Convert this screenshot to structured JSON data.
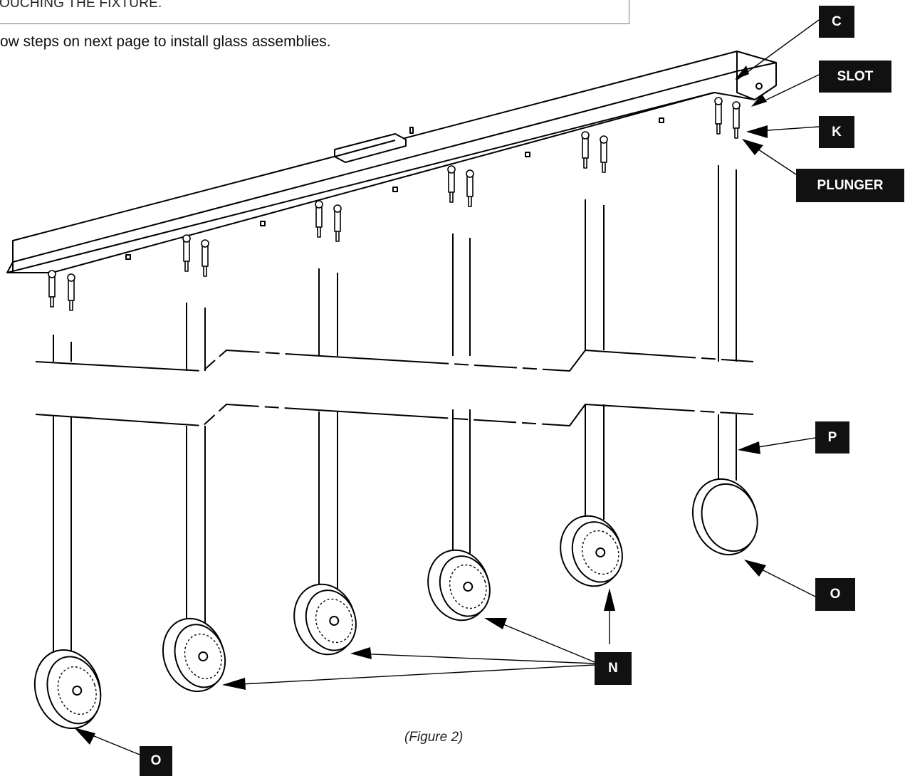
{
  "warning_text": "OUCHING THE FIXTURE.",
  "instruction_text": "ow steps on next page to install glass assemblies.",
  "caption": "(Figure 2)",
  "labels": {
    "c": "C",
    "slot": "SLOT",
    "k": "K",
    "plunger": "PLUNGER",
    "p": "P",
    "o_right": "O",
    "n": "N",
    "o_bottom": "O"
  }
}
